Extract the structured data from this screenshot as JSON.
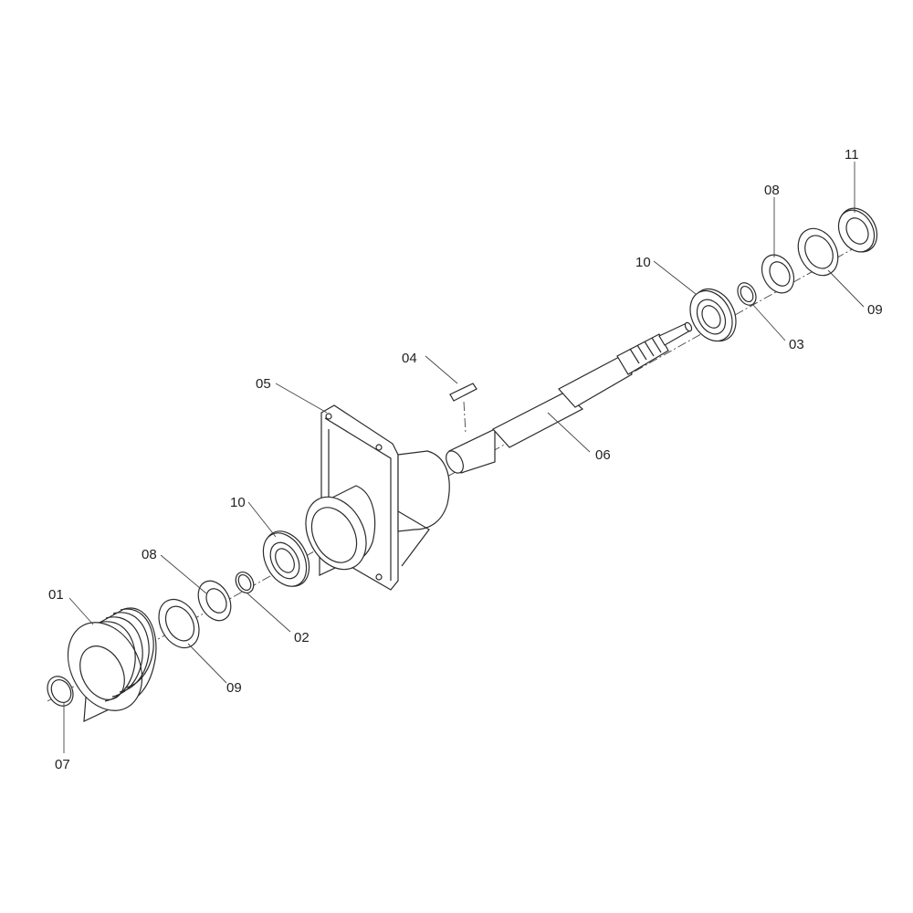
{
  "callouts": [
    {
      "id": "p01",
      "text": "01"
    },
    {
      "id": "p07",
      "text": "07"
    },
    {
      "id": "p09a",
      "text": "09"
    },
    {
      "id": "p08a",
      "text": "08"
    },
    {
      "id": "p02",
      "text": "02"
    },
    {
      "id": "p10a",
      "text": "10"
    },
    {
      "id": "p05",
      "text": "05"
    },
    {
      "id": "p04",
      "text": "04"
    },
    {
      "id": "p06",
      "text": "06"
    },
    {
      "id": "p10b",
      "text": "10"
    },
    {
      "id": "p03",
      "text": "03"
    },
    {
      "id": "p08b",
      "text": "08"
    },
    {
      "id": "p09b",
      "text": "09"
    },
    {
      "id": "p11",
      "text": "11"
    }
  ]
}
